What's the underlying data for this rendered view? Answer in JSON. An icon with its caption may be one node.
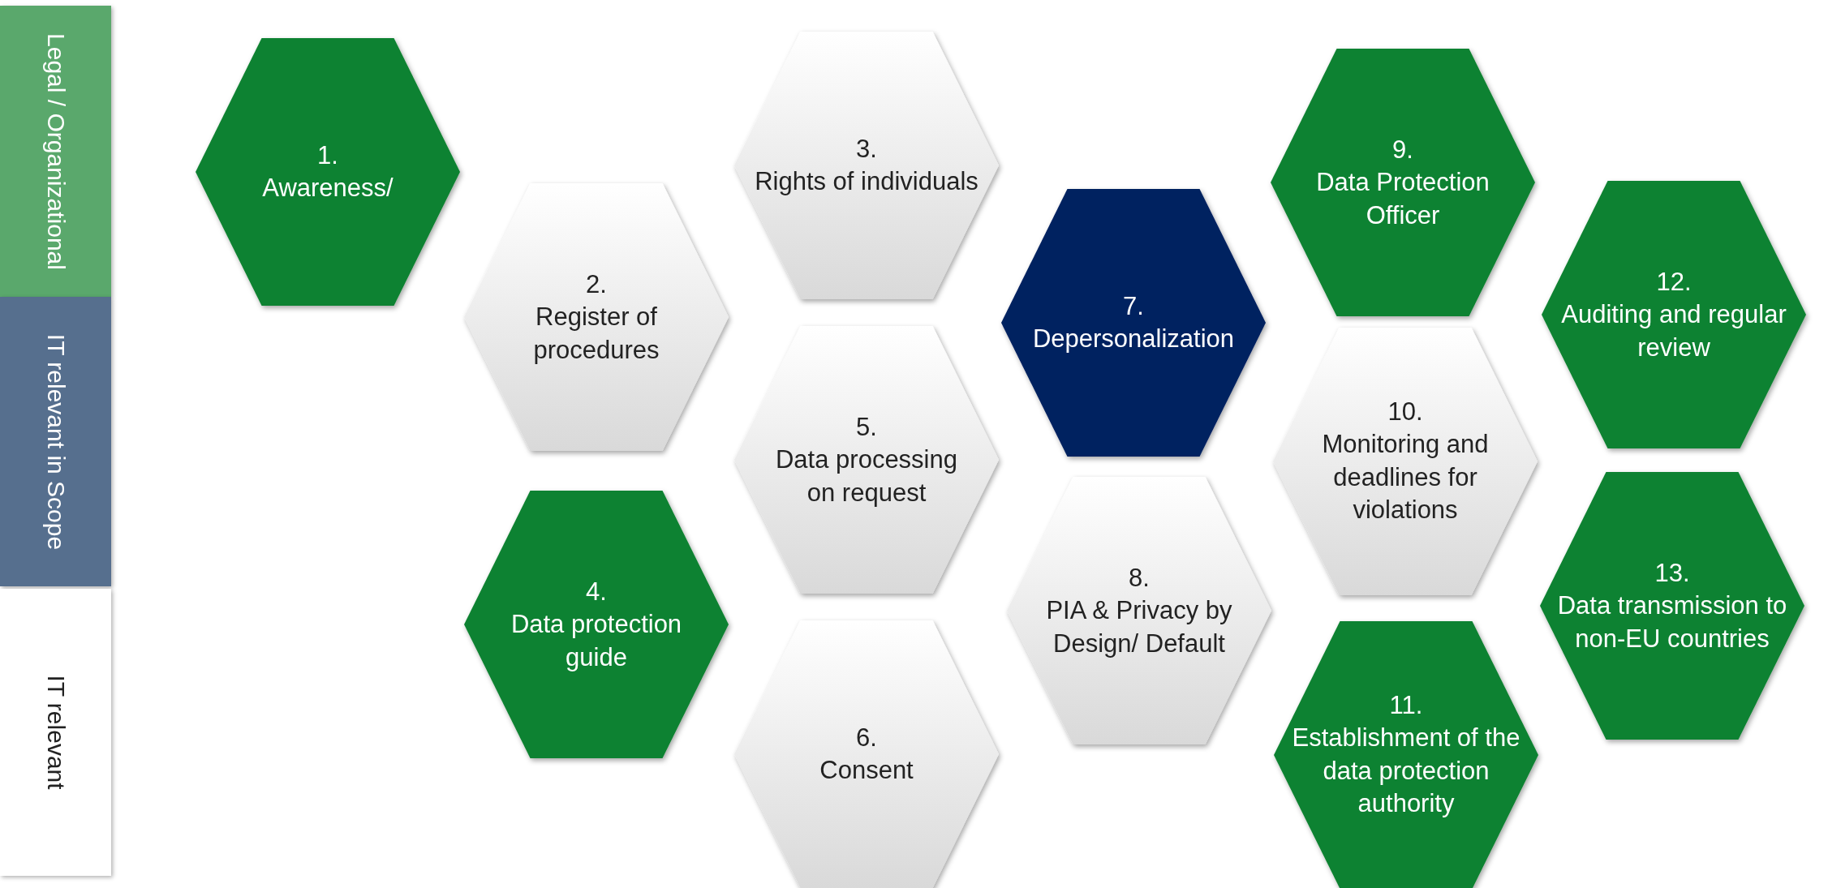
{
  "diagram": {
    "nodes": [
      {
        "text": [
          "1.",
          "Awareness/"
        ]
      },
      {
        "text": [
          "2.",
          "Register of procedures"
        ]
      },
      {
        "text": [
          "3.",
          "Rights of individuals"
        ]
      },
      {
        "text": [
          "4.",
          "Data protection guide"
        ]
      },
      {
        "text": [
          "5.",
          "Data processing on request"
        ]
      },
      {
        "text": [
          "6.",
          "Consent"
        ]
      },
      {
        "text": [
          "7.",
          "Depersonalization"
        ]
      },
      {
        "text": [
          "8.",
          "PIA & Privacy by Design/ Default"
        ]
      },
      {
        "text": [
          "9.",
          "Data Protection Officer"
        ]
      },
      {
        "text": [
          "10.",
          "Monitoring and deadlines for violations"
        ]
      },
      {
        "text": [
          "11.",
          "Establishment of the data protection authority"
        ]
      },
      {
        "text": [
          "12.",
          "Auditing and regular review"
        ]
      },
      {
        "text": [
          "13.",
          "Data transmission to non-EU countries"
        ]
      }
    ],
    "legend": [
      {
        "text": "Legal / Organizational",
        "color": "#5aa86c"
      },
      {
        "text": "IT relevant in Scope",
        "color": "#566f8e"
      },
      {
        "text": "IT relevant",
        "color": "#ffffff"
      }
    ]
  }
}
